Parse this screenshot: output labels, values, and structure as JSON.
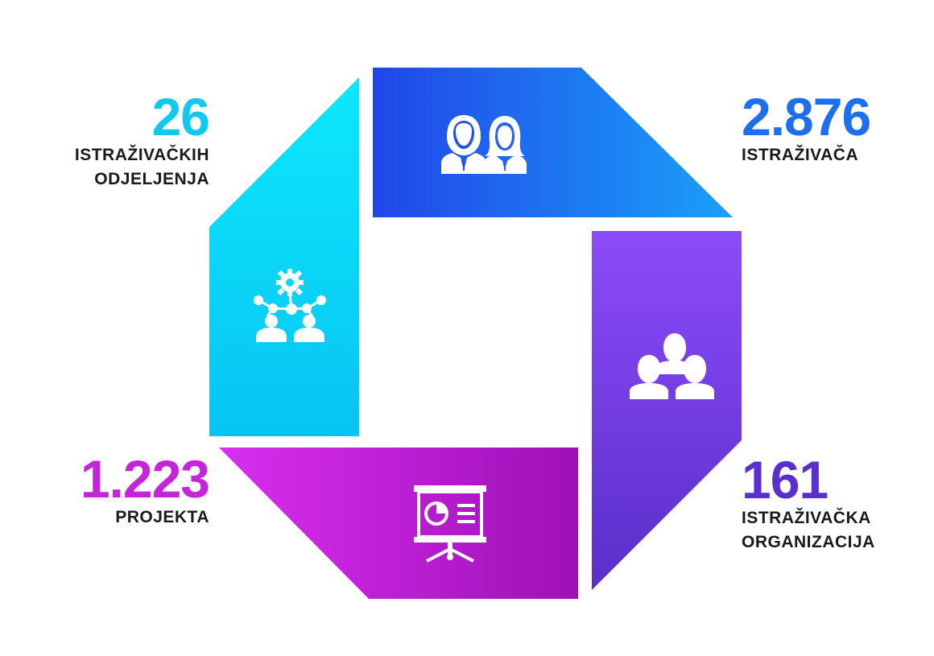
{
  "colors": {
    "cyan": "#0fd2f6",
    "blue": "#1f55ec",
    "violet": "#6a36d8",
    "magenta": "#c31bd8",
    "label": "#1a1a1a"
  },
  "stats": {
    "departments": {
      "number": "26",
      "label_line1": "ISTRAŽIVAČKIH",
      "label_line2": "ODJELJENJA",
      "color": "#12c8f0",
      "icon": "network-people-gear-icon"
    },
    "researchers": {
      "number": "2.876",
      "label_line1": "ISTRAŽIVAČA",
      "color": "#1e6ff0",
      "icon": "researchers-couple-icon"
    },
    "projects": {
      "number": "1.223",
      "label_line1": "PROJEKTA",
      "color": "#c624d8",
      "icon": "presentation-board-icon"
    },
    "organizations": {
      "number": "161",
      "label_line1": "ISTRAŽIVAČKA",
      "label_line2": "ORGANIZACIJA",
      "color": "#5a2fcf",
      "icon": "group-people-icon"
    }
  }
}
